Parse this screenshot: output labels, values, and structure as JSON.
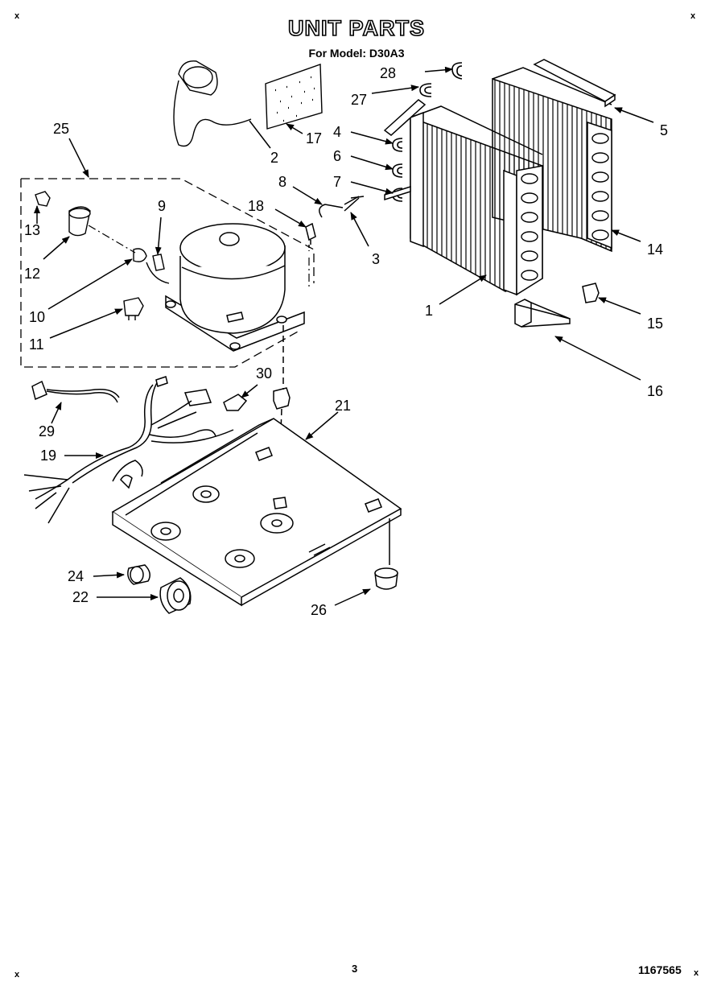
{
  "header": {
    "title": "UNIT PARTS",
    "subtitle": "For Model: D30A3"
  },
  "footer": {
    "page_number": "3",
    "document_number": "1167565",
    "corner_mark": "x"
  },
  "callouts": [
    {
      "id": "c1",
      "label": "1"
    },
    {
      "id": "c2",
      "label": "2"
    },
    {
      "id": "c3",
      "label": "3"
    },
    {
      "id": "c4",
      "label": "4"
    },
    {
      "id": "c5",
      "label": "5"
    },
    {
      "id": "c6",
      "label": "6"
    },
    {
      "id": "c7",
      "label": "7"
    },
    {
      "id": "c8",
      "label": "8"
    },
    {
      "id": "c9",
      "label": "9"
    },
    {
      "id": "c10",
      "label": "10"
    },
    {
      "id": "c11",
      "label": "11"
    },
    {
      "id": "c12",
      "label": "12"
    },
    {
      "id": "c13",
      "label": "13"
    },
    {
      "id": "c14",
      "label": "14"
    },
    {
      "id": "c15",
      "label": "15"
    },
    {
      "id": "c16",
      "label": "16"
    },
    {
      "id": "c17",
      "label": "17"
    },
    {
      "id": "c18",
      "label": "18"
    },
    {
      "id": "c19",
      "label": "19"
    },
    {
      "id": "c21",
      "label": "21"
    },
    {
      "id": "c22",
      "label": "22"
    },
    {
      "id": "c24",
      "label": "24"
    },
    {
      "id": "c25",
      "label": "25"
    },
    {
      "id": "c26",
      "label": "26"
    },
    {
      "id": "c27",
      "label": "27"
    },
    {
      "id": "c28",
      "label": "28"
    },
    {
      "id": "c29",
      "label": "29"
    },
    {
      "id": "c30",
      "label": "30"
    }
  ]
}
